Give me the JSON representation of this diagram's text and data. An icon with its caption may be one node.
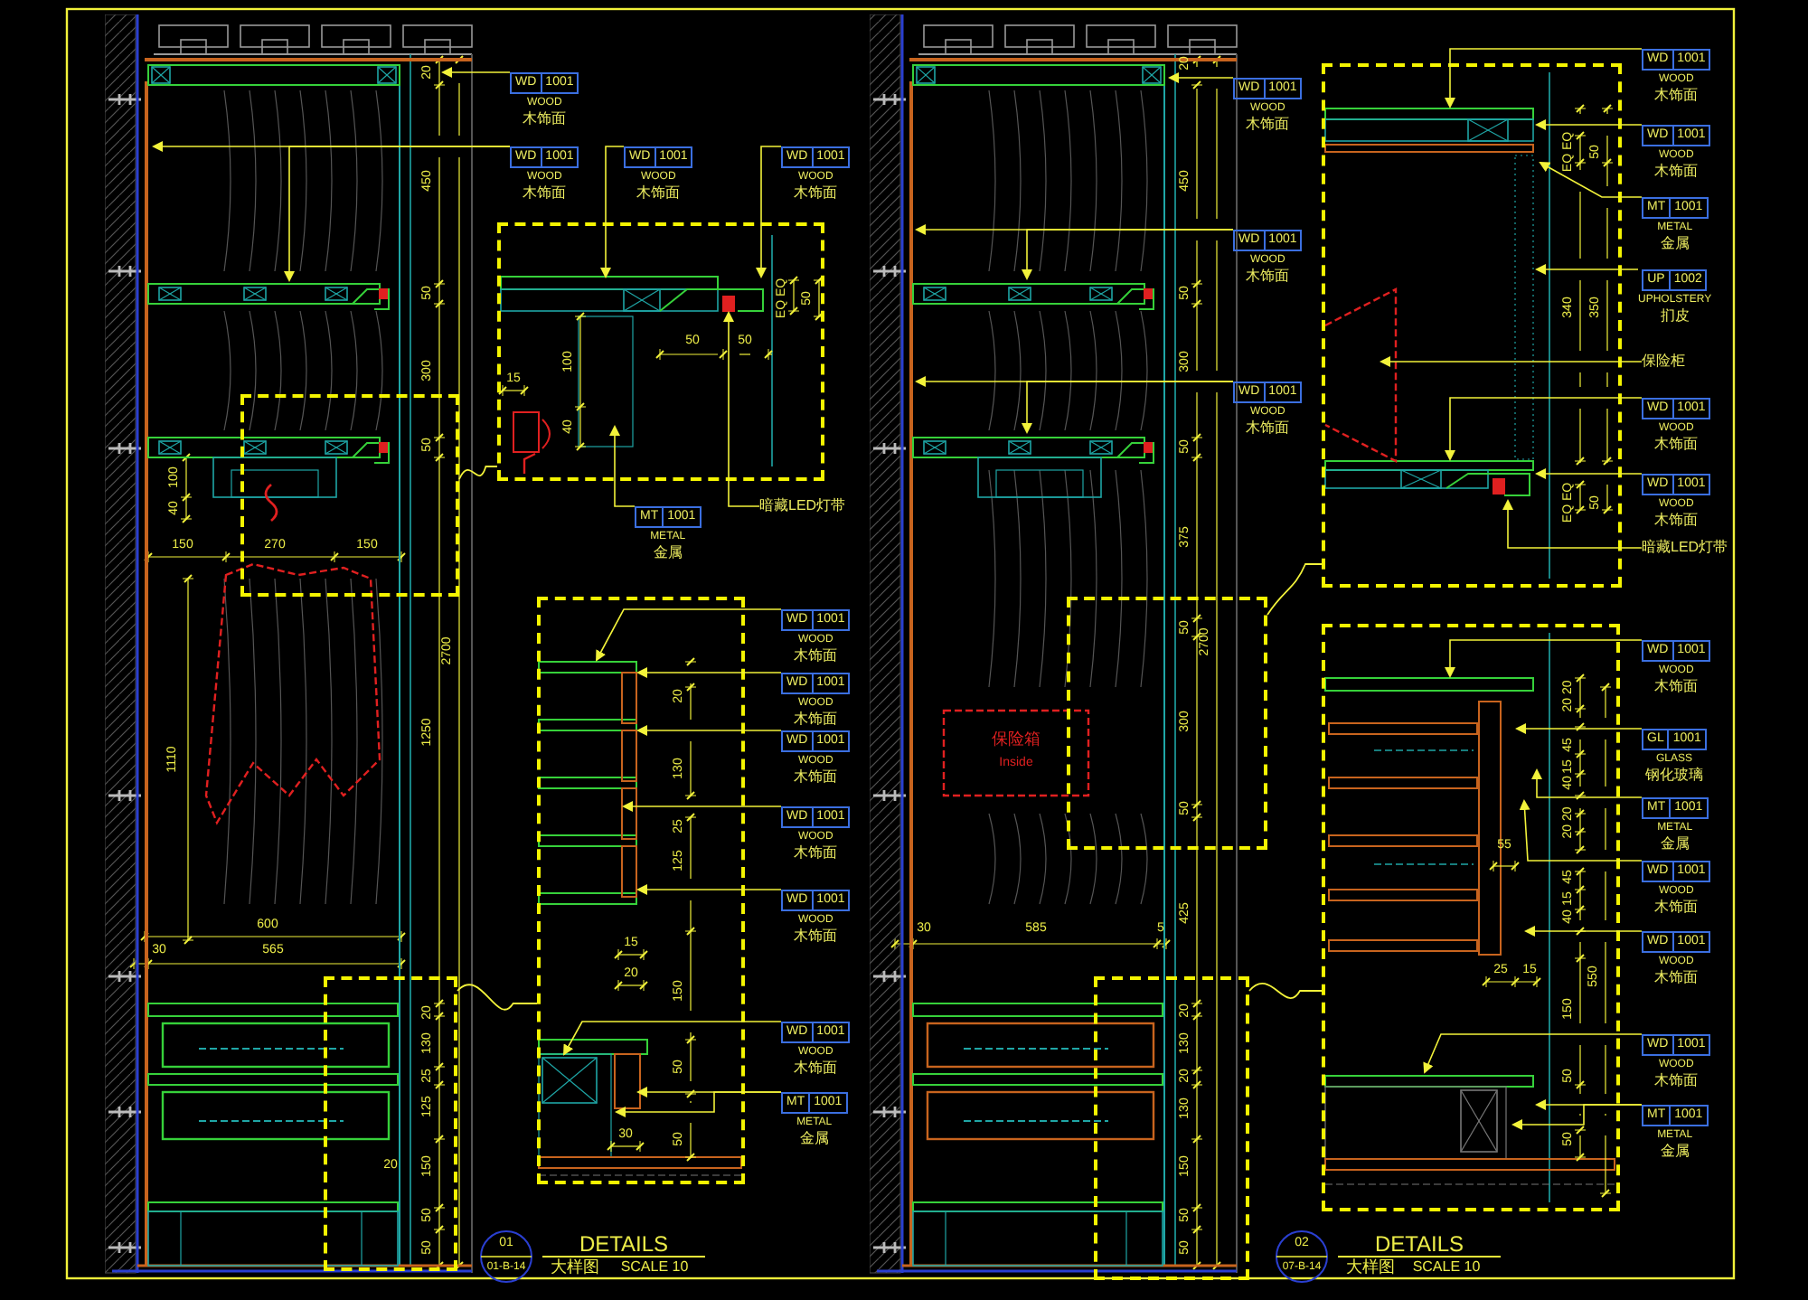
{
  "diagram": {
    "nodes": [
      {
        "text": [],
        "shape": "picture"
      },
      {
        "text": [],
        "shape": "box",
        "in": 0
      },
      {
        "text": [],
        "shape": "box"
      },
      {
        "text": [],
        "shape": "box",
        "in": 0
      },
      {
        "text": [],
        "shape": "box"
      },
      {
        "text": [],
        "shape": "picture"
      },
      {
        "text": [],
        "shape": "box"
      },
      {
        "text": [],
        "shape": "box"
      },
      {
        "text": [],
        "shape": "box"
      },
      {
        "text": [],
        "shape": "box"
      },
      {
        "text": [
          "WD",
          "1001",
          "WOOD",
          "木饰面"
        ]
      },
      {
        "text": [
          "WD",
          "1001",
          "WOOD",
          "木饰面"
        ]
      },
      {
        "text": [
          "WD",
          "1001",
          "WOOD",
          "木饰面"
        ]
      },
      {
        "text": [
          "WD",
          "1001",
          "WOOD",
          "木饰面"
        ]
      },
      {
        "text": [
          "MT",
          "1001",
          "METAL",
          "金属"
        ]
      },
      {
        "text": [
          "暗藏LED灯带"
        ]
      },
      {
        "text": [
          "WD",
          "1001",
          "WOOD",
          "木饰面"
        ]
      },
      {
        "text": [
          "WD",
          "1001",
          "WOOD",
          "木饰面"
        ]
      },
      {
        "text": [
          "WD",
          "1001",
          "WOOD",
          "木饰面"
        ]
      },
      {
        "text": [
          "WD",
          "1001",
          "WOOD",
          "木饰面"
        ]
      },
      {
        "text": [
          "WD",
          "1001",
          "WOOD",
          "木饰面"
        ]
      },
      {
        "text": [
          "WD",
          "1001",
          "WOOD",
          "木饰面"
        ]
      },
      {
        "text": [
          "MT",
          "1001",
          "METAL",
          "金属"
        ]
      },
      {
        "text": [
          "WD",
          "1001",
          "WOOD",
          "木饰面"
        ]
      },
      {
        "text": [
          "WD",
          "1001",
          "WOOD",
          "木饰面"
        ]
      },
      {
        "text": [
          "WD",
          "1001",
          "WOOD",
          "木饰面"
        ]
      },
      {
        "text": [
          "WD",
          "1001",
          "WOOD",
          "木饰面"
        ]
      },
      {
        "text": [
          "WD",
          "1001",
          "WOOD",
          "木饰面"
        ]
      },
      {
        "text": [
          "MT",
          "1001",
          "METAL",
          "金属"
        ]
      },
      {
        "text": [
          "UP",
          "1002",
          "UPHOLSTERY",
          "扪皮"
        ]
      },
      {
        "text": [
          "保险柜"
        ]
      },
      {
        "text": [
          "WD",
          "1001",
          "WOOD",
          "木饰面"
        ]
      },
      {
        "text": [
          "WD",
          "1001",
          "WOOD",
          "木饰面"
        ]
      },
      {
        "text": [
          "暗藏LED灯带"
        ]
      },
      {
        "text": [
          "WD",
          "1001",
          "WOOD",
          "木饰面"
        ]
      },
      {
        "text": [
          "GL",
          "1001",
          "GLASS",
          "钢化玻璃"
        ]
      },
      {
        "text": [
          "MT",
          "1001",
          "METAL",
          "金属"
        ]
      },
      {
        "text": [
          "WD",
          "1001",
          "WOOD",
          "木饰面"
        ]
      },
      {
        "text": [
          "WD",
          "1001",
          "WOOD",
          "木饰面"
        ]
      },
      {
        "text": [
          "WD",
          "1001",
          "WOOD",
          "木饰面"
        ]
      },
      {
        "text": [
          "MT",
          "1001",
          "METAL",
          "金属"
        ]
      }
    ],
    "edges": [
      {
        "from": 10,
        "to": 0,
        "arrow": "to"
      },
      {
        "from": 11,
        "to": 0,
        "arrow": "to"
      },
      {
        "from": 11,
        "to": 0,
        "arrow": "to"
      },
      {
        "from": 12,
        "to": 2,
        "arrow": "to"
      },
      {
        "from": 13,
        "to": 2,
        "arrow": "to"
      },
      {
        "from": 14,
        "to": 2,
        "arrow": "to"
      },
      {
        "from": 15,
        "to": 2,
        "arrow": "to"
      },
      {
        "from": 16,
        "to": 4,
        "arrow": "to"
      },
      {
        "from": 17,
        "to": 4,
        "arrow": "to"
      },
      {
        "from": 18,
        "to": 4,
        "arrow": "to"
      },
      {
        "from": 19,
        "to": 4,
        "arrow": "to"
      },
      {
        "from": 20,
        "to": 4,
        "arrow": "to"
      },
      {
        "from": 21,
        "to": 4,
        "arrow": "to"
      },
      {
        "from": 22,
        "to": 4,
        "arrow": "to"
      },
      {
        "from": 22,
        "to": 4,
        "arrow": "to"
      },
      {
        "from": 23,
        "to": 5,
        "arrow": "to"
      },
      {
        "from": 24,
        "to": 5,
        "arrow": "to"
      },
      {
        "from": 24,
        "to": 5,
        "arrow": "to"
      },
      {
        "from": 25,
        "to": 5,
        "arrow": "to"
      },
      {
        "from": 25,
        "to": 5,
        "arrow": "to"
      },
      {
        "from": 26,
        "to": 7,
        "arrow": "to"
      },
      {
        "from": 27,
        "to": 7,
        "arrow": "to"
      },
      {
        "from": 28,
        "to": 7,
        "arrow": "to"
      },
      {
        "from": 29,
        "to": 7,
        "arrow": "to"
      },
      {
        "from": 30,
        "to": 7,
        "arrow": "to"
      },
      {
        "from": 31,
        "to": 7,
        "arrow": "to"
      },
      {
        "from": 32,
        "to": 7,
        "arrow": "to"
      },
      {
        "from": 33,
        "to": 7,
        "arrow": "to"
      },
      {
        "from": 34,
        "to": 9,
        "arrow": "to"
      },
      {
        "from": 35,
        "to": 9,
        "arrow": "to"
      },
      {
        "from": 36,
        "to": 9,
        "arrow": "to"
      },
      {
        "from": 37,
        "to": 9,
        "arrow": "to"
      },
      {
        "from": 38,
        "to": 9,
        "arrow": "to"
      },
      {
        "from": 39,
        "to": 9,
        "arrow": "to"
      },
      {
        "from": 40,
        "to": 9,
        "arrow": "to"
      },
      {
        "from": 40,
        "to": 9,
        "arrow": "to"
      },
      {
        "from": 1,
        "to": 2,
        "arrow": "none"
      },
      {
        "from": 3,
        "to": 4,
        "arrow": "none"
      },
      {
        "from": 6,
        "to": 7,
        "arrow": "none"
      },
      {
        "from": 8,
        "to": 9,
        "arrow": "none"
      }
    ],
    "labels": [
      "20",
      "450",
      "50",
      "300",
      "50",
      "2700",
      "1250",
      "100",
      "40",
      "150",
      "270",
      "150",
      "1110",
      "600",
      "30",
      "565",
      "20",
      "130",
      "25",
      "125",
      "20",
      "150",
      "50",
      "50",
      "15",
      "100",
      "40",
      "50",
      "50",
      "EQ EQ",
      "50",
      "20",
      "130",
      "25",
      "125",
      "15",
      "20",
      "150",
      "50",
      "30",
      "50",
      "01",
      "01-B-14",
      "DETAILS",
      "大样图",
      "SCALE 10",
      "20",
      "450",
      "50",
      "300",
      "50",
      "375",
      "50",
      "2700",
      "300",
      "50",
      "保险箱",
      "Inside",
      "30",
      "585",
      "5",
      "425",
      "20",
      "130",
      "20",
      "130",
      "150",
      "50",
      "50",
      "EQ EQ",
      "50",
      "340",
      "350",
      "EQ EQ",
      "50",
      "20 20",
      "45",
      "15",
      "40",
      "20 20",
      "55",
      "45",
      "15",
      "40",
      "550",
      "25",
      "15",
      "150",
      "50",
      "50",
      "02",
      "07-B-14",
      "DETAILS",
      "大样图",
      "SCALE 10"
    ]
  }
}
